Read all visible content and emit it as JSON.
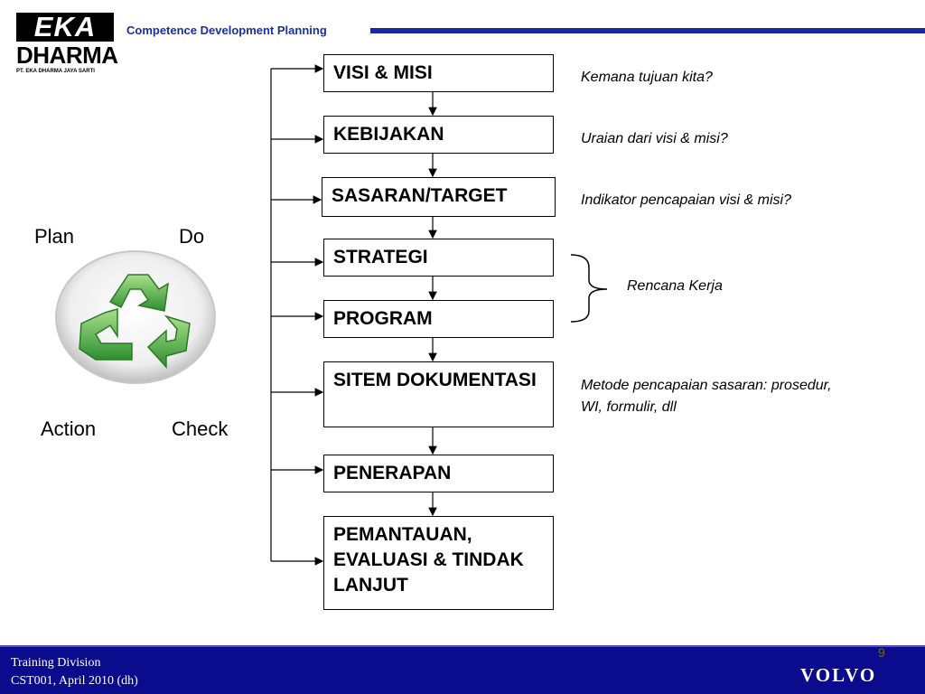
{
  "header": {
    "logo_line1": "EKA",
    "logo_line2": "DHARMA",
    "logo_line3": "PT. EKA DHARMA JAYA SARTI",
    "title": "Competence Development Planning"
  },
  "pdca": {
    "plan": "Plan",
    "do": "Do",
    "action": "Action",
    "check": "Check"
  },
  "flow": {
    "steps": [
      {
        "label": "VISI & MISI"
      },
      {
        "label": "KEBIJAKAN"
      },
      {
        "label": "SASARAN/TARGET"
      },
      {
        "label": "STRATEGI"
      },
      {
        "label": "PROGRAM"
      },
      {
        "label": "SITEM DOKUMENTASI"
      },
      {
        "label": "PENERAPAN"
      },
      {
        "label": "PEMANTAUAN, EVALUASI & TINDAK LANJUT"
      }
    ]
  },
  "notes": {
    "visi": "Kemana tujuan kita?",
    "kebijakan": "Uraian dari visi & misi?",
    "sasaran": "Indikator pencapaian visi & misi?",
    "rencana": "Rencana Kerja",
    "metode": "Metode pencapaian sasaran: prosedur, WI, formulir, dll"
  },
  "footer": {
    "line1": "Training Division",
    "line2": "CST001, April 2010 (dh)",
    "page": "9",
    "brand": "VOLVO"
  },
  "colors": {
    "header_blue": "#1a2fa0",
    "footer_blue": "#0b0b8e",
    "recycle_green": "#3aa63a"
  }
}
